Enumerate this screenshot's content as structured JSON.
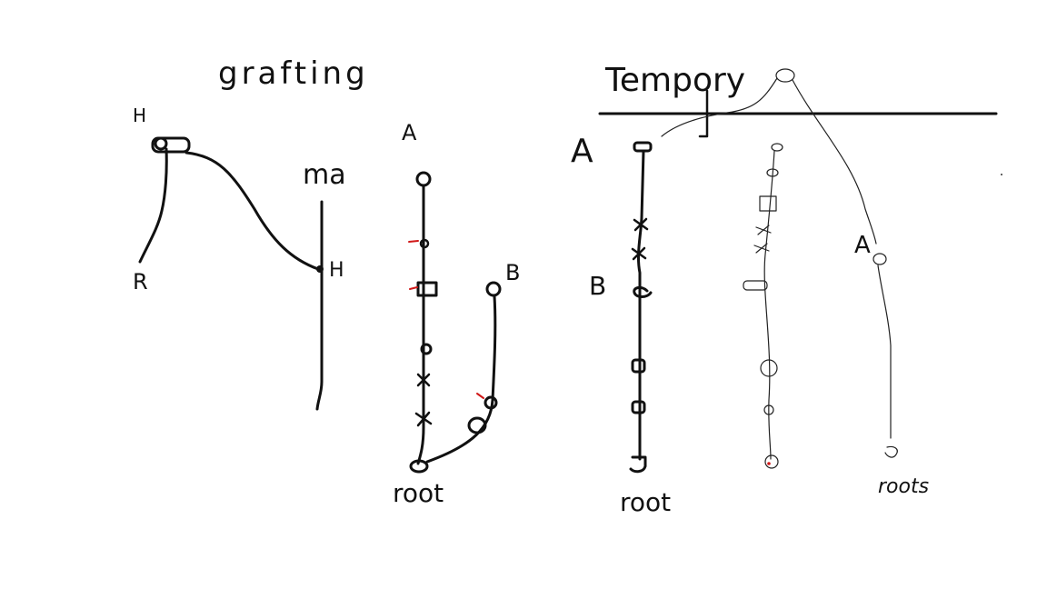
{
  "labels": {
    "grafting_title": "grafting",
    "temp_title": "Tempory",
    "left_top": "H",
    "left_bottom": "R",
    "ma": "ma",
    "ma_h": "H",
    "a_mid": "A",
    "b_mid": "B",
    "root_mid": "root",
    "a_right": "A",
    "b_right": "B",
    "root_right": "root",
    "a_far": "A",
    "roots_far": "roots"
  },
  "colors": {
    "ink": "#111111",
    "accent": "#d01818",
    "background": "#ffffff"
  }
}
